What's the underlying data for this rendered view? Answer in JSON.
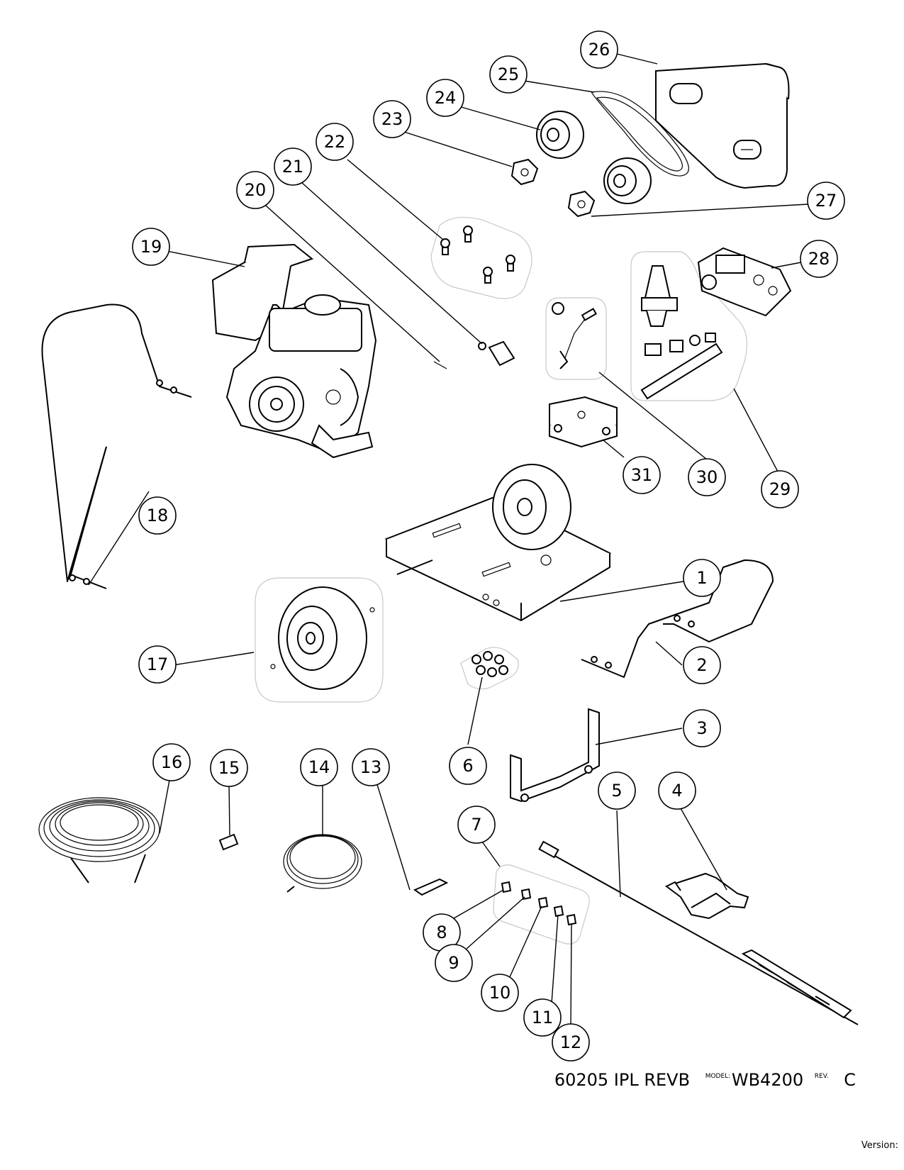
{
  "callouts": [
    {
      "num": "1"
    },
    {
      "num": "2"
    },
    {
      "num": "3"
    },
    {
      "num": "4"
    },
    {
      "num": "5"
    },
    {
      "num": "6"
    },
    {
      "num": "7"
    },
    {
      "num": "8"
    },
    {
      "num": "9"
    },
    {
      "num": "10"
    },
    {
      "num": "11"
    },
    {
      "num": "12"
    },
    {
      "num": "13"
    },
    {
      "num": "14"
    },
    {
      "num": "15"
    },
    {
      "num": "16"
    },
    {
      "num": "17"
    },
    {
      "num": "18"
    },
    {
      "num": "19"
    },
    {
      "num": "20"
    },
    {
      "num": "21"
    },
    {
      "num": "22"
    },
    {
      "num": "23"
    },
    {
      "num": "24"
    },
    {
      "num": "25"
    },
    {
      "num": "26"
    },
    {
      "num": "27"
    },
    {
      "num": "28"
    },
    {
      "num": "29"
    },
    {
      "num": "30"
    },
    {
      "num": "31"
    }
  ],
  "footer": {
    "doc": "60205 IPL REVB",
    "model_label": "MODEL:",
    "model": "WB4200",
    "rev_label": "REV.",
    "rev": "C",
    "version_label": "Version:"
  },
  "colors": {
    "ink": "#000000",
    "group_outline": "#c8c8c8"
  }
}
